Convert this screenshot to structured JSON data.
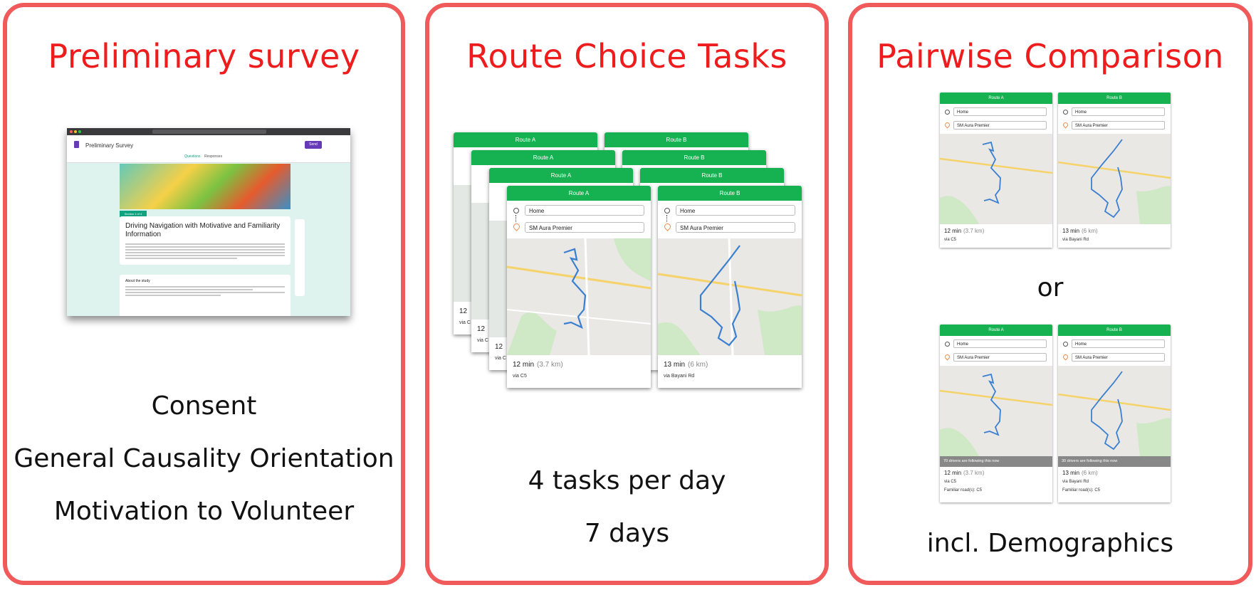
{
  "panels": [
    {
      "title": "Preliminary survey",
      "captions": [
        "Consent",
        "General Causality Orientation",
        "Motivation to Volunteer"
      ]
    },
    {
      "title": "Route Choice Tasks",
      "captions": [
        "4 tasks per day",
        "7 days"
      ]
    },
    {
      "title": "Pairwise Comparison",
      "separator": "or",
      "captions": [
        "incl. Demographics"
      ]
    }
  ],
  "survey": {
    "form_name": "Preliminary Survey",
    "tab_questions": "Questions",
    "tab_responses": "Responses",
    "send": "Send",
    "section_label": "Section 1 of 4",
    "title": "Driving Navigation with Motivative and Familiarity Information",
    "about": "About the study"
  },
  "route": {
    "route_a": "Route A",
    "route_b": "Route B",
    "origin": "Home",
    "destination": "SM Aura Premier",
    "a_time": "12 min",
    "a_dist": "(3.7 km)",
    "a_via": "via C5",
    "b_time": "13 min",
    "b_dist": "(6 km)",
    "b_via": "via Bayani Rd",
    "a_follow": "70 drivers are following this now",
    "b_follow": "30 drivers are following this now",
    "a_familiar": "Familiar road(s): C5",
    "b_familiar": "Familiar road(s): C5",
    "stack_time": "12",
    "stack_via": "via C"
  },
  "colors": {
    "accent_red": "#ee1c1c",
    "border_red": "#f05a5a",
    "route_green": "#16b150",
    "route_line": "#3b7fd1"
  }
}
